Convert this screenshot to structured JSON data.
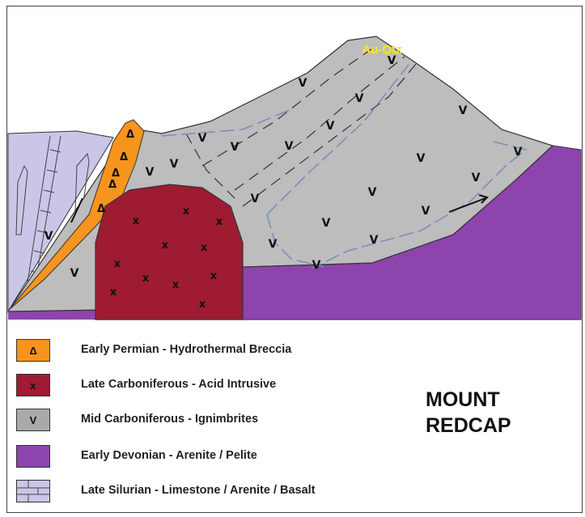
{
  "diagram": {
    "title_line1": "MOUNT",
    "title_line2": "REDCAP",
    "annotation": "Au-Qtz"
  },
  "legend": [
    {
      "label": "Early Permian - Hydrothermal Breccia",
      "symbol": "Δ",
      "color": "#f7941d",
      "icon": "triangle-symbol"
    },
    {
      "label": "Late Carboniferous - Acid Intrusive",
      "symbol": "x",
      "color": "#9e1b32",
      "icon": "cross-symbol"
    },
    {
      "label": "Mid Carboniferous - Ignimbrites",
      "symbol": "V",
      "color": "#a9a9a9",
      "icon": "v-symbol"
    },
    {
      "label": "Early Devonian - Arenite / Pelite",
      "symbol": "",
      "color": "#8e44ad",
      "icon": "plain-fill"
    },
    {
      "label": "Late Silurian - Limestone / Arenite / Basalt",
      "symbol": "",
      "color": "#c9c6e8",
      "icon": "limestone-pattern"
    }
  ],
  "colors": {
    "breccia": "#f7941d",
    "intrusive": "#9e1b32",
    "ignimbrite": "#bdbdbd",
    "devonian": "#8e44ad",
    "silurian": "#c9c6e8",
    "annotation": "#f5e625",
    "fault_line": "#7a8bbd"
  }
}
